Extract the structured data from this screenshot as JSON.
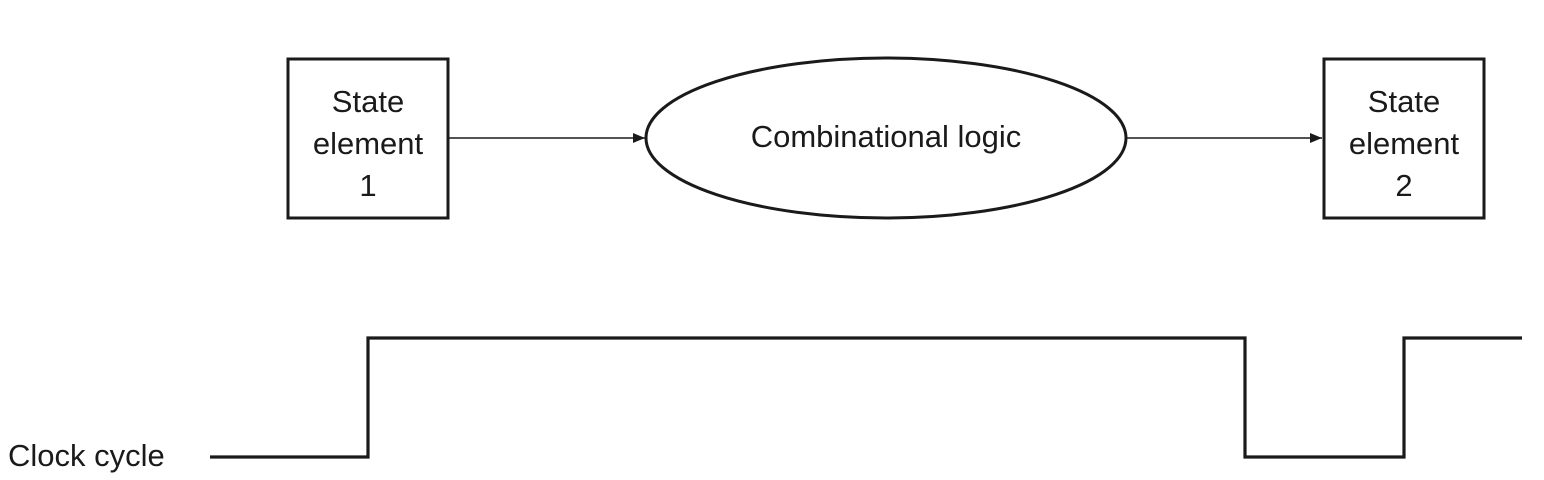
{
  "state_element_1": {
    "line1": "State",
    "line2": "element",
    "line3": "1"
  },
  "combinational_logic": {
    "label": "Combinational logic"
  },
  "state_element_2": {
    "line1": "State",
    "line2": "element",
    "line3": "2"
  },
  "clock": {
    "label": "Clock cycle"
  }
}
